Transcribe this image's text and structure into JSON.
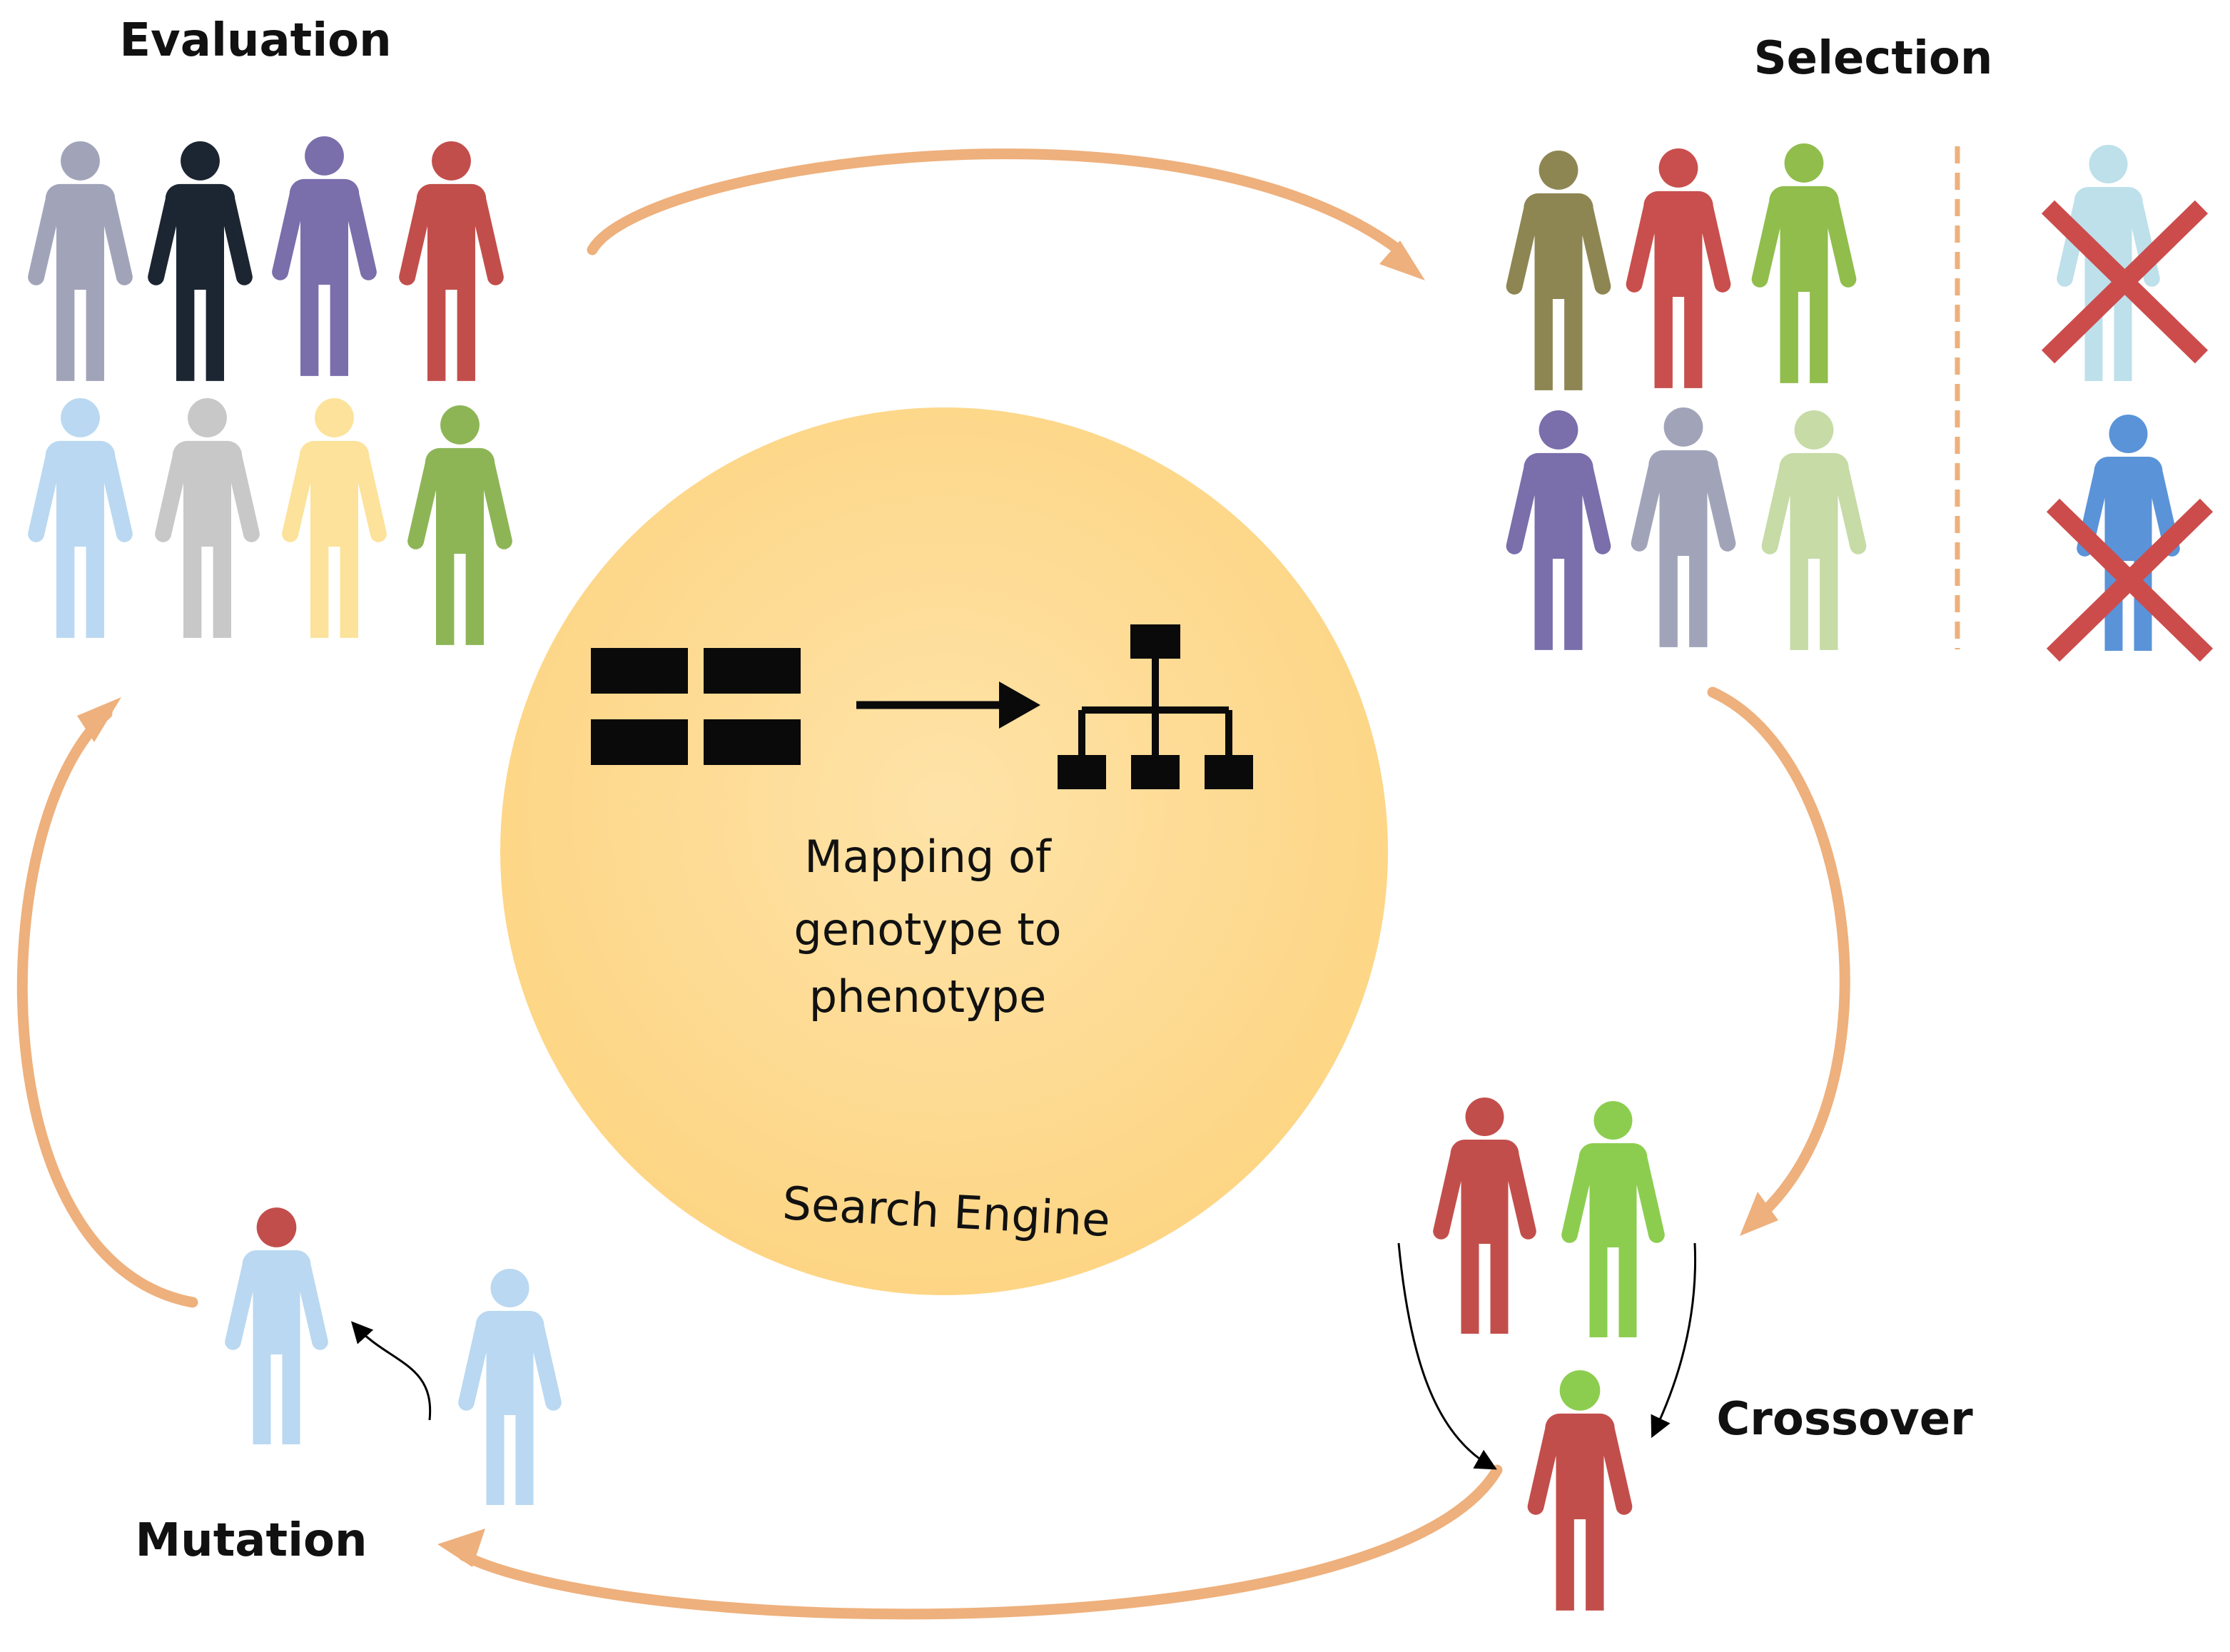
{
  "labels": {
    "evaluation": "Evaluation",
    "selection": "Selection",
    "crossover": "Crossover",
    "mutation": "Mutation"
  },
  "center": {
    "line1": "Mapping of",
    "line2": "genotype to",
    "line3": "phenotype",
    "engine": "Search Engine"
  },
  "colors": {
    "cycle_arrow": "#eeb07c",
    "circle_outer": "#fed98d",
    "circle_inner": "#fedfa0",
    "reject_cross": "#cc4c4c",
    "divider": "#eeb07c"
  },
  "evaluation_people": [
    "#a1a4b9",
    "#1c2632",
    "#7a6eab",
    "#c24e4b",
    "#bad8f1",
    "#c8c8c8",
    "#fce29a",
    "#8db556"
  ],
  "selection_kept": [
    "#8e8652",
    "#c84f4d",
    "#90bd4c",
    "#7a6eab",
    "#a1a4b9",
    "#c6dba6"
  ],
  "selection_rejected": [
    "#bde0eb",
    "#5a93d8"
  ],
  "crossover_parents": [
    "#c24e4b",
    "#8ccd4f"
  ],
  "crossover_child": {
    "head": "#8ccd4f",
    "body": "#c24e4b"
  },
  "mutation_people": [
    {
      "head": "#c24e4b",
      "body": "#bad8f1"
    },
    {
      "head": "#bad8f1",
      "body": "#bad8f1"
    }
  ]
}
